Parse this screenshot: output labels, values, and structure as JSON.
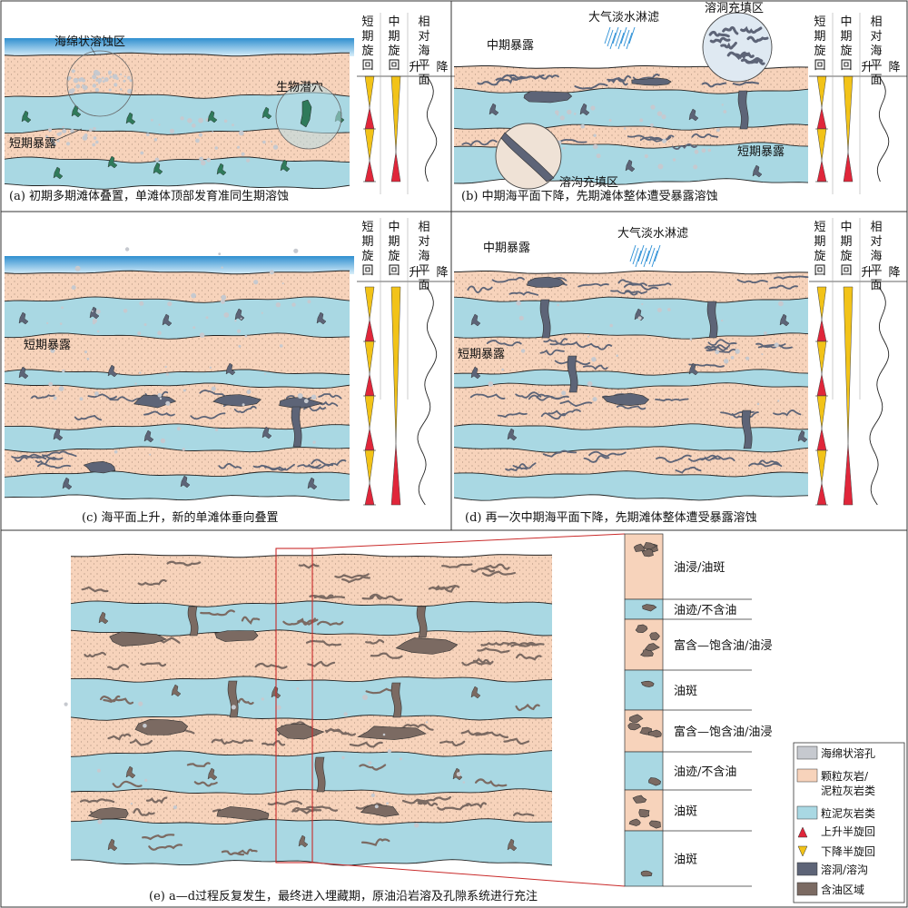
{
  "colors": {
    "grainstone": "#f7d3bb",
    "mudstone": "#a9d8e3",
    "sea": "#7ec3e6",
    "karst": "#5d6477",
    "oil": "#7b6a62",
    "sponge": "#c6c9cf",
    "burrow": "#2f7a5a",
    "rise": "#e0263a",
    "fall": "#f2c318",
    "frame": "#333333",
    "highlight": "#c92a2a"
  },
  "columns": {
    "short": "短期旋回",
    "mid": "中期旋回",
    "sea": "相对海平面",
    "rise": "升",
    "fall": "降"
  },
  "panel_a": {
    "caption": "(a) 初期多期滩体叠置，单滩体顶部发育准同生期溶蚀",
    "sponge_zone": "海绵状溶蚀区",
    "burrow": "生物潜穴",
    "short_exposure": "短期暴露"
  },
  "panel_b": {
    "caption": "(b) 中期海平面下降，先期滩体整体遭受暴露溶蚀",
    "meteoric": "大气淡水淋滤",
    "cave_fill": "溶洞充填区",
    "mid_exposure": "中期暴露",
    "short_exposure": "短期暴露",
    "gully_fill": "溶沟充填区"
  },
  "panel_c": {
    "caption": "(c) 海平面上升，新的单滩体垂向叠置",
    "short_exposure": "短期暴露"
  },
  "panel_d": {
    "caption": "(d) 再一次中期海平面下降，先期滩体整体遭受暴露溶蚀",
    "mid_exposure": "中期暴露",
    "meteoric": "大气淡水淋滤",
    "short_exposure": "短期暴露"
  },
  "panel_e": {
    "caption": "(e) a—d过程反复发生，最终进入埋藏期，原油沿岩溶及孔隙系统进行充注",
    "column_labels": [
      "油浸/油斑",
      "油迹/不含油",
      "富含—饱含油/油浸",
      "油斑",
      "富含—饱含油/油浸",
      "油迹/不含油",
      "油斑",
      "油斑"
    ]
  },
  "legend": [
    {
      "key": "sponge",
      "label": "海绵状溶孔"
    },
    {
      "key": "grainstone",
      "label": "颗粒灰岩/泥粒灰岩类"
    },
    {
      "key": "mudstone",
      "label": "粒泥灰岩类"
    },
    {
      "key": "rise",
      "label": "上升半旋回"
    },
    {
      "key": "fall",
      "label": "下降半旋回"
    },
    {
      "key": "karst",
      "label": "溶洞/溶沟"
    },
    {
      "key": "oil",
      "label": "含油区域"
    }
  ]
}
